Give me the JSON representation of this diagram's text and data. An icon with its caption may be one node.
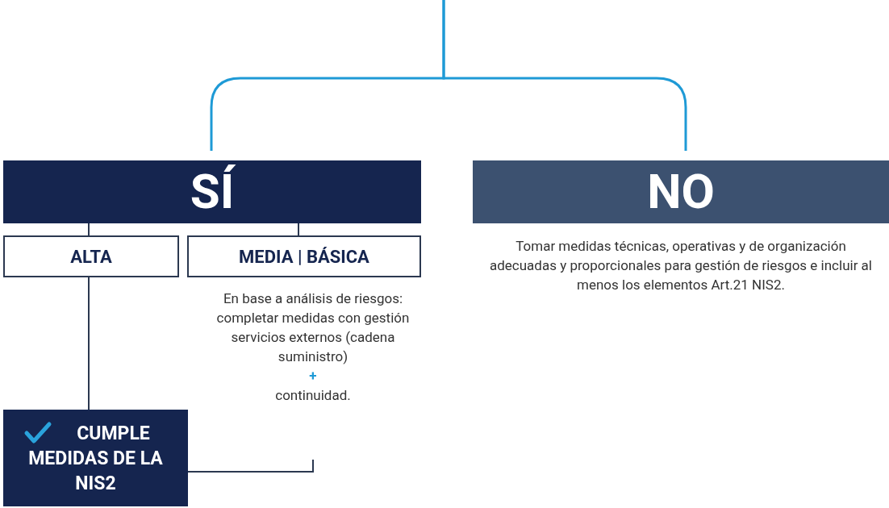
{
  "diagram": {
    "nodes": [
      {
        "text": [
          "SÍ"
        ]
      },
      {
        "text": [
          "NO"
        ],
        "beside": [
          "Tomar medidas técnicas, operativas y de organización adecuadas y proporcionales para gestión de riesgos e incluir al menos los elementos Art.21 NIS2."
        ]
      },
      {
        "text": [
          "ALTA"
        ]
      },
      {
        "text": [
          "MEDIA | BÁSICA"
        ]
      },
      {
        "text": [
          "En base a análisis de riesgos: completar medidas con gestión servicios externos (cadena suministro)",
          "+",
          "continuidad."
        ]
      },
      {
        "text": [
          "CUMPLE MEDIDAS DE LA NIS2"
        ]
      }
    ],
    "edges": [
      {
        "from": null,
        "to": 0,
        "arrow": "none",
        "color": "#1e9ad6"
      },
      {
        "from": null,
        "to": 1,
        "arrow": "none",
        "color": "#1e9ad6"
      },
      {
        "from": 0,
        "to": 2,
        "arrow": "none"
      },
      {
        "from": 0,
        "to": 3,
        "arrow": "none"
      },
      {
        "from": 2,
        "to": 5,
        "arrow": "none"
      },
      {
        "from": 4,
        "to": 5,
        "arrow": "none"
      }
    ]
  }
}
